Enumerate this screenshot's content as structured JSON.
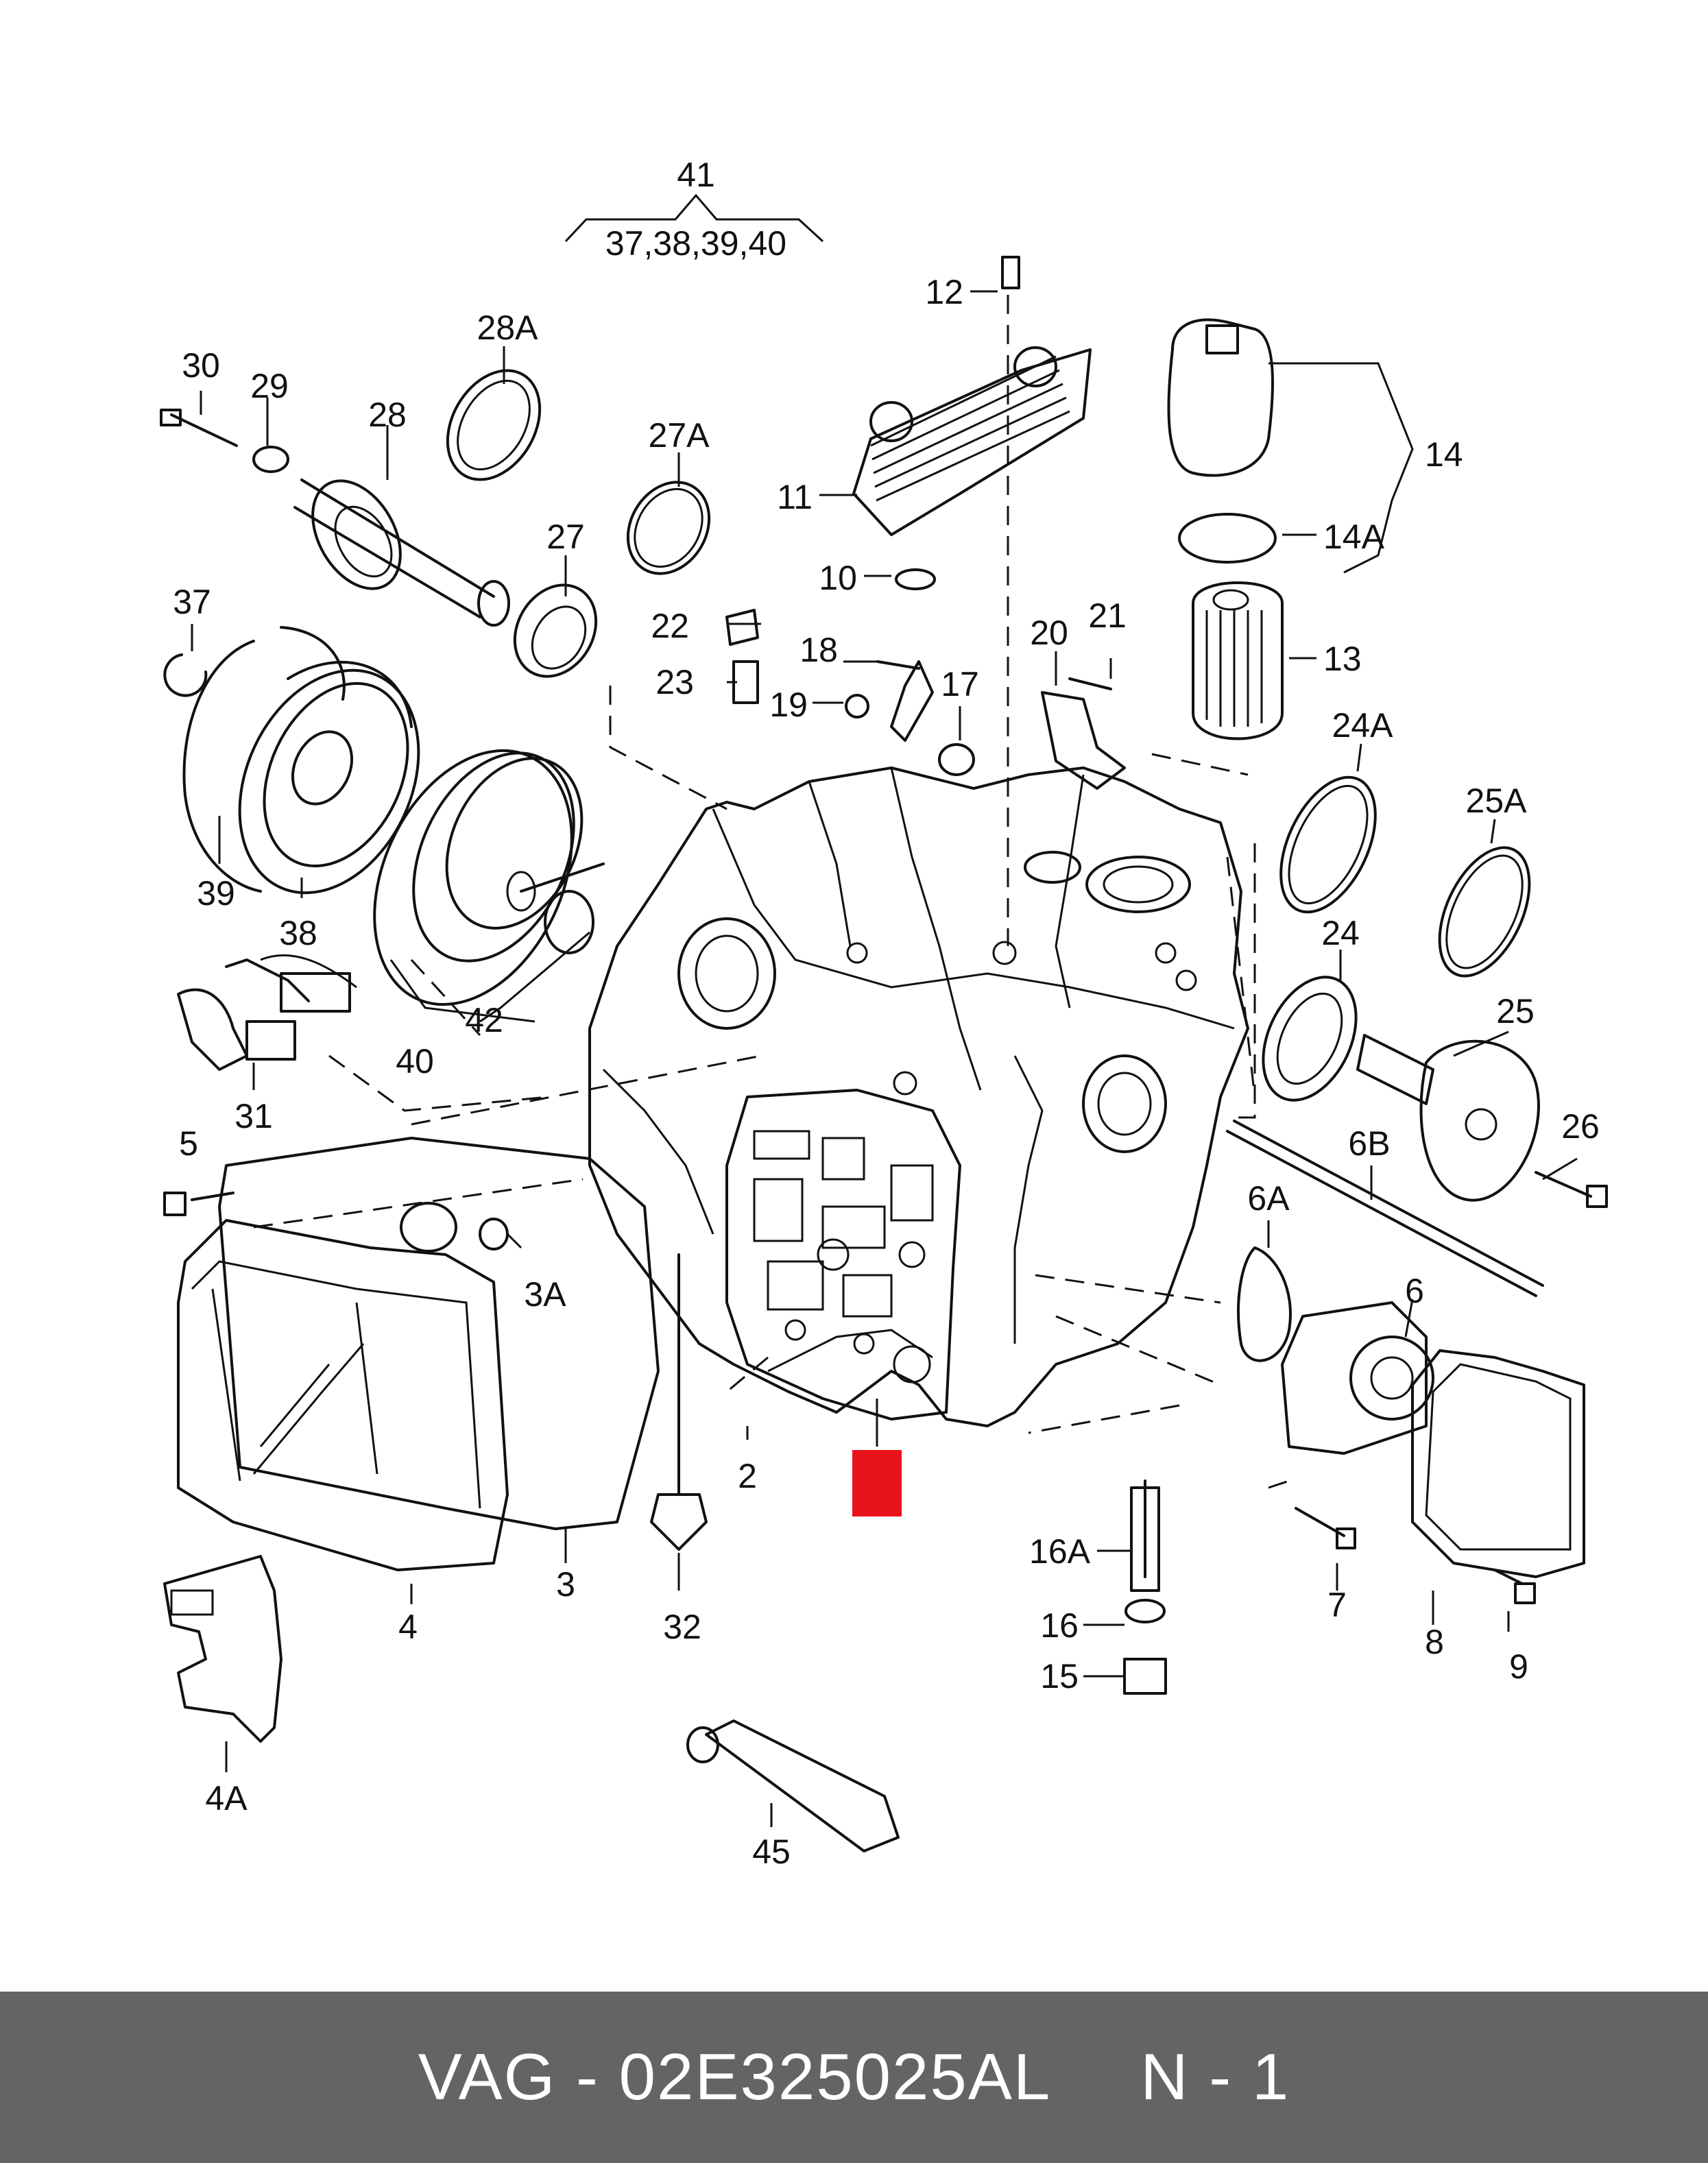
{
  "footer": {
    "brand": "VAG",
    "dash": "-",
    "part_number": "02E325025AL",
    "position": "N - 1"
  },
  "highlight_color": "#e8141b",
  "footer_color": "#646464",
  "callouts": {
    "c41": "41",
    "c37_40": "37,38,39,40",
    "c12": "12",
    "c28A": "28A",
    "c30": "30",
    "c29": "29",
    "c28": "28",
    "c27A": "27A",
    "c11": "11",
    "c14": "14",
    "c14A": "14A",
    "c10": "10",
    "c27": "27",
    "c22": "22",
    "c37": "37",
    "c21": "21",
    "c20": "20",
    "c18": "18",
    "c13": "13",
    "c23": "23",
    "c17": "17",
    "c19": "19",
    "c24A": "24A",
    "c25A": "25A",
    "c39": "39",
    "c38": "38",
    "c24": "24",
    "c42": "42",
    "c25": "25",
    "c40": "40",
    "c31": "31",
    "c5": "5",
    "c26": "26",
    "c6B": "6B",
    "c6A": "6A",
    "c3A": "3A",
    "c6": "6",
    "c2": "2",
    "c16A": "16A",
    "c3": "3",
    "c7": "7",
    "c4": "4",
    "c32": "32",
    "c16": "16",
    "c8": "8",
    "c9": "9",
    "c15": "15",
    "c4A": "4A",
    "c45": "45"
  }
}
